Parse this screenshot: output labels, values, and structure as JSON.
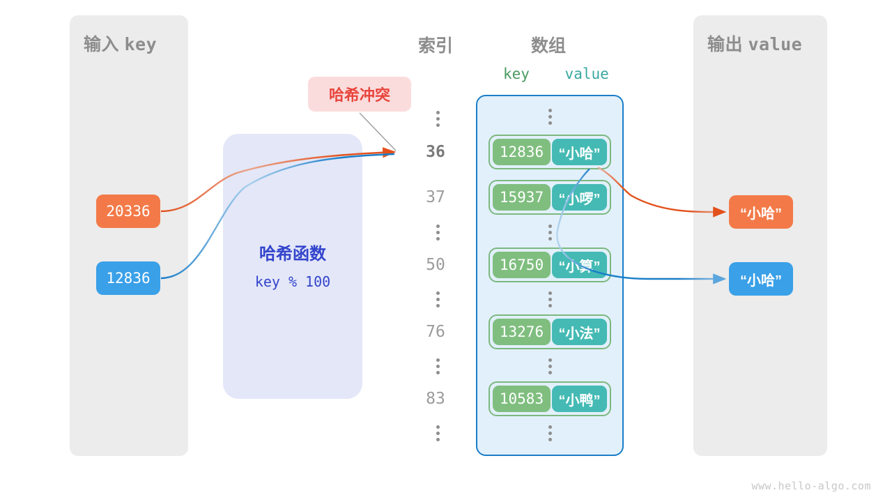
{
  "input_panel": {
    "title_cn": "输入",
    "title_mono": "key"
  },
  "output_panel": {
    "title_cn": "输出",
    "title_mono": "value"
  },
  "columns": {
    "index_title": "索引",
    "array_title": "数组",
    "key_head": "key",
    "value_head": "value"
  },
  "hash_function": {
    "name": "哈希函数",
    "formula": "key % 100"
  },
  "collision_badge": {
    "label": "哈希冲突"
  },
  "inputs": [
    {
      "value": "20336",
      "color": "#f37a48"
    },
    {
      "value": "12836",
      "color": "#3aa0e8"
    }
  ],
  "outputs": [
    {
      "value": "“小哈”",
      "color": "#f37a48"
    },
    {
      "value": "“小哈”",
      "color": "#3aa0e8"
    }
  ],
  "indices": [
    "⋮",
    "36",
    "37",
    "⋮",
    "50",
    "⋮",
    "76",
    "⋮",
    "83",
    "⋮"
  ],
  "buckets": [
    {
      "index": "36",
      "key": "12836",
      "value": "“小哈”"
    },
    {
      "index": "37",
      "key": "15937",
      "value": "“小啰”"
    },
    {
      "index": "50",
      "key": "16750",
      "value": "“小算”"
    },
    {
      "index": "76",
      "key": "13276",
      "value": "“小法”"
    },
    {
      "index": "83",
      "key": "10583",
      "value": "“小鸭”"
    }
  ],
  "colors": {
    "panel_bg": "#ececec",
    "array_bg": "#e2f0fb",
    "array_border": "#1a7ec8",
    "cell_border": "#7cb87f",
    "key_bg": "#7fbe7f",
    "value_bg": "#45bab4",
    "hash_bg": "#e3e7f8",
    "hash_text": "#3344cc",
    "collision_bg": "#fbdcdc",
    "collision_text": "#e8453c",
    "orange": "#f37a48",
    "blue": "#3aa0e8",
    "title_gray": "#8d8d8d"
  },
  "watermark": "www.hello-algo.com"
}
